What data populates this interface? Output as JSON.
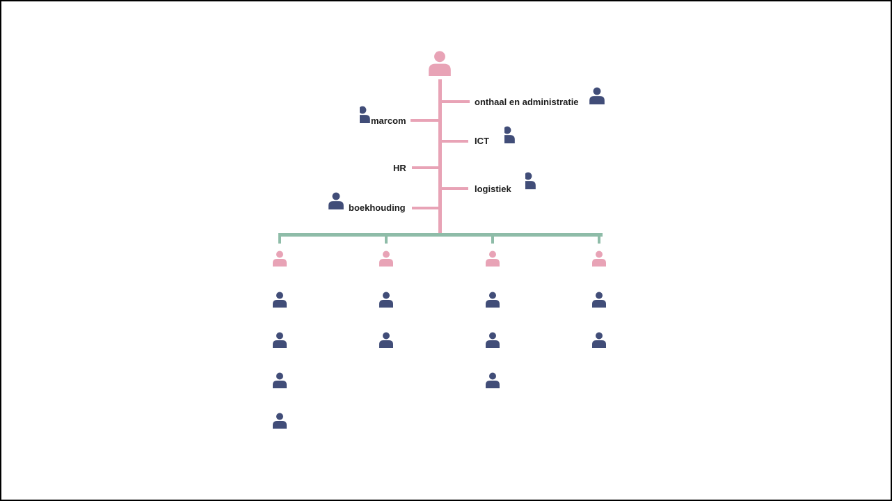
{
  "colors": {
    "pink": "#e8a3b6",
    "navy": "#414d78",
    "green": "#8ebca8"
  },
  "icon": "person-icon",
  "head": {
    "label": ""
  },
  "departments_left": [
    {
      "label": "marcom",
      "has_icon": true,
      "icon_partial": true
    },
    {
      "label": "HR",
      "has_icon": false,
      "icon_partial": false
    },
    {
      "label": "boekhouding",
      "has_icon": true,
      "icon_partial": false
    }
  ],
  "departments_right": [
    {
      "label": "onthaal en administratie",
      "has_icon": true,
      "icon_partial": false
    },
    {
      "label": "ICT",
      "has_icon": true,
      "icon_partial": true
    },
    {
      "label": "logistiek",
      "has_icon": true,
      "icon_partial": true
    }
  ],
  "teams": [
    {
      "lead": "pink",
      "members": 4
    },
    {
      "lead": "pink",
      "members": 2
    },
    {
      "lead": "pink",
      "members": 3
    },
    {
      "lead": "pink",
      "members": 2
    }
  ]
}
